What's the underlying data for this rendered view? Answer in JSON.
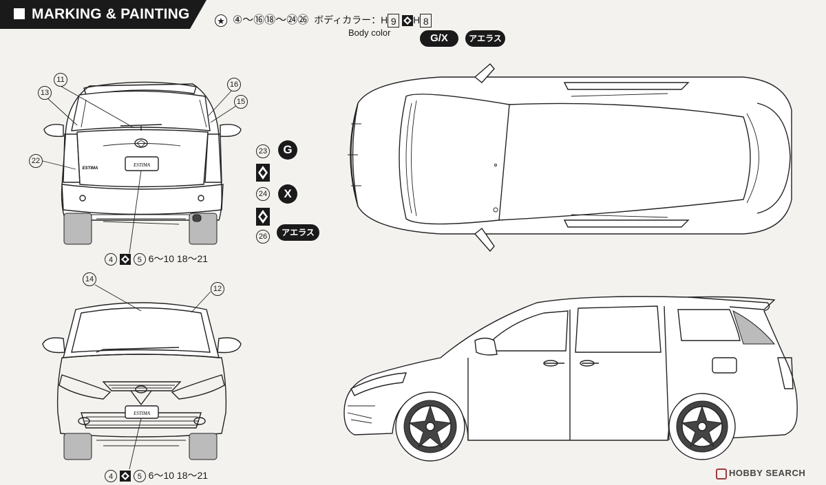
{
  "header": {
    "title": "MARKING & PAINTING"
  },
  "top_note": {
    "star_symbol": "★",
    "parts_text": "④～⑯⑱～㉔㉖",
    "label_jp": "ボディカラー：H",
    "h1": "9",
    "h2_prefix": "H",
    "h2": "8",
    "label_en": "Body color",
    "badge_gx": "G/X",
    "badge_aeras": "アエラス"
  },
  "rear_view": {
    "callouts": [
      "11",
      "13",
      "16",
      "15",
      "22"
    ],
    "plate": "ESTIMA",
    "emblem": "ESTIMA",
    "parts_line": {
      "a": "4",
      "b": "5",
      "c": "6～10",
      "d": "18～21",
      "tilde": "～"
    }
  },
  "front_view": {
    "callouts": [
      "14",
      "12"
    ],
    "plate": "ESTIMA",
    "parts_line": {
      "a": "4",
      "b": "5",
      "c": "6～10",
      "d": "18～21",
      "tilde": "～"
    }
  },
  "variants": [
    {
      "num": "23",
      "badge": "G"
    },
    {
      "num": "24",
      "badge": "X"
    },
    {
      "num": "26",
      "badge": "アエラス"
    }
  ],
  "watermark": {
    "text": "HOBBY SEARCH"
  },
  "colors": {
    "ink": "#1a1a1a",
    "paper": "#f4f2ef",
    "gray": "#bbbbbb"
  }
}
